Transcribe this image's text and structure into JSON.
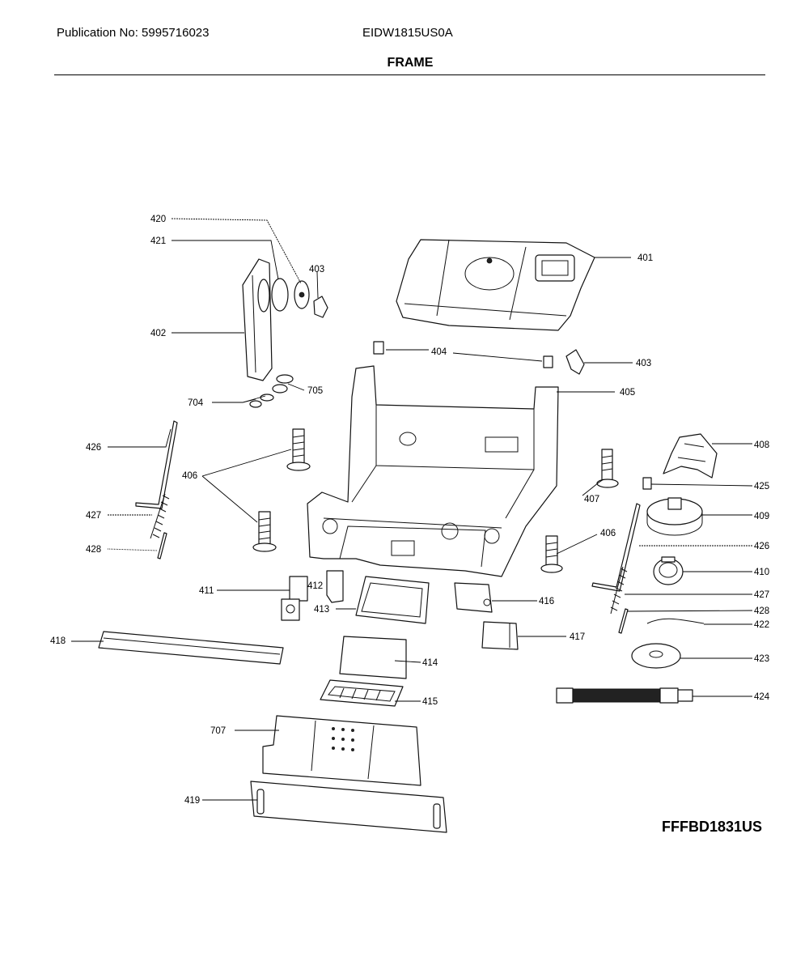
{
  "header": {
    "publication": "Publication No: 5995716023",
    "model": "EIDW1815US0A",
    "section_title": "FRAME"
  },
  "footer_code": "FFFBD1831US",
  "callouts": {
    "c401": "401",
    "c402": "402",
    "c403a": "403",
    "c403b": "403",
    "c404": "404",
    "c405": "405",
    "c406a": "406",
    "c406b": "406",
    "c407": "407",
    "c408": "408",
    "c409": "409",
    "c410": "410",
    "c411": "411",
    "c412": "412",
    "c413": "413",
    "c414": "414",
    "c415": "415",
    "c416": "416",
    "c417": "417",
    "c418": "418",
    "c419": "419",
    "c420": "420",
    "c421": "421",
    "c422": "422",
    "c423": "423",
    "c424": "424",
    "c425": "425",
    "c426a": "426",
    "c426b": "426",
    "c427a": "427",
    "c427b": "427",
    "c428a": "428",
    "c428b": "428",
    "c704": "704",
    "c705": "705",
    "c707": "707"
  }
}
